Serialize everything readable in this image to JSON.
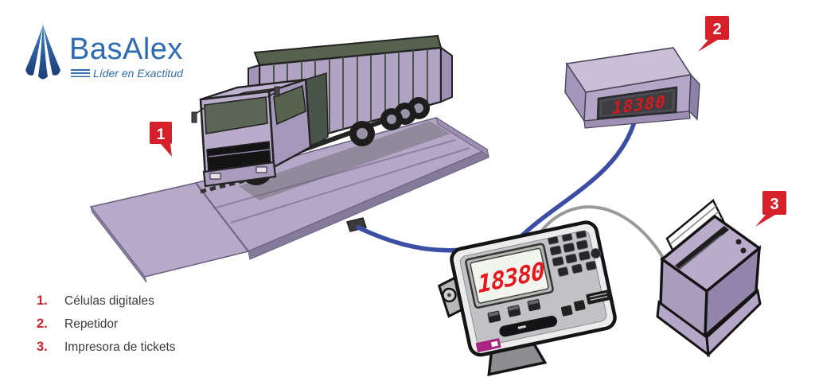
{
  "logo": {
    "brand": "BasAlex",
    "tagline": "Líder en Exactitud"
  },
  "weight_display": {
    "indicator_value": "18380",
    "repeater_value": "18380"
  },
  "badges": {
    "cells": "1",
    "repeater": "2",
    "printer": "3"
  },
  "legend": {
    "items": [
      {
        "number": "1.",
        "label": "Células digitales"
      },
      {
        "number": "2.",
        "label": "Repetidor"
      },
      {
        "number": "3.",
        "label": "Impresora de tickets"
      }
    ]
  },
  "colors": {
    "accent_red": "#d6212b",
    "digit_red": "#e01820",
    "cable_blue": "#3b4ea5",
    "cable_gray": "#9a9a9a",
    "device_lavender": "#b6a9c9",
    "logo_blue": "#2d6cb3"
  }
}
